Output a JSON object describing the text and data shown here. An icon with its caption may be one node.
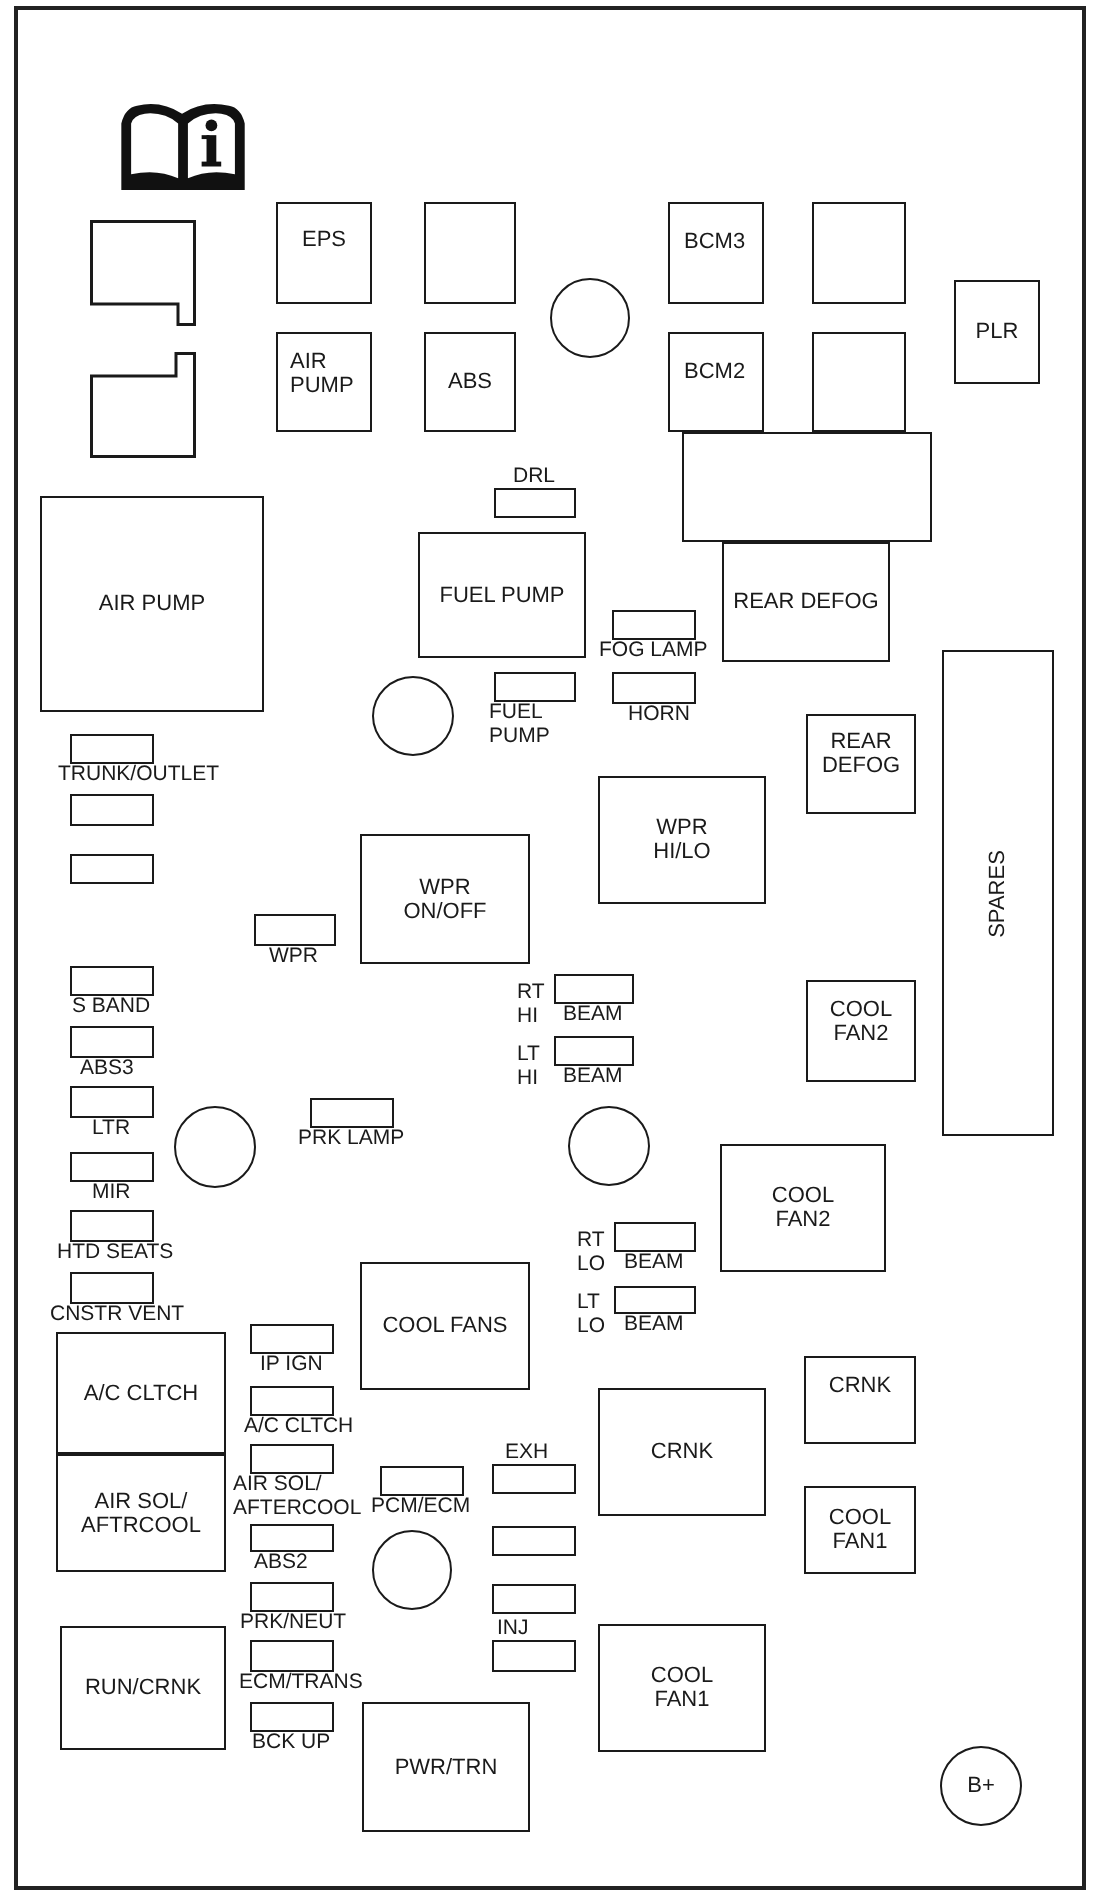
{
  "diagram": {
    "nodes": [
      {
        "text": [],
        "shape": "box"
      },
      {
        "text": [
          "EPS"
        ]
      },
      {
        "text": [],
        "shape": "box"
      },
      {
        "text": [
          "BCM3"
        ]
      },
      {
        "text": [],
        "shape": "box"
      },
      {
        "text": [],
        "shape": "circle"
      },
      {
        "text": [
          "PLR"
        ]
      },
      {
        "text": [],
        "shape": "box"
      },
      {
        "text": [
          "AIR PUMP"
        ]
      },
      {
        "text": [
          "ABS"
        ]
      },
      {
        "text": [
          "BCM2"
        ]
      },
      {
        "text": [],
        "shape": "box"
      },
      {
        "text": [],
        "shape": "box"
      },
      {
        "text": [
          "DRL"
        ]
      },
      {
        "text": [
          "AIR PUMP"
        ]
      },
      {
        "text": [
          "FUEL PUMP"
        ]
      },
      {
        "text": [
          "REAR DEFOG"
        ]
      },
      {
        "text": [
          "FOG LAMP"
        ]
      },
      {
        "text": [
          "SPARES"
        ]
      },
      {
        "text": [
          "FUEL PUMP"
        ]
      },
      {
        "text": [
          "HORN"
        ]
      },
      {
        "text": [],
        "shape": "circle"
      },
      {
        "text": [
          "REAR DEFOG"
        ]
      },
      {
        "text": [
          "TRUNK/OUTLET"
        ]
      },
      {
        "text": [],
        "shape": "box"
      },
      {
        "text": [
          "WPR HI/LO"
        ]
      },
      {
        "text": [],
        "shape": "box"
      },
      {
        "text": [
          "WPR ON/OFF"
        ]
      },
      {
        "text": [
          "WPR"
        ]
      },
      {
        "text": [
          "S BAND"
        ]
      },
      {
        "text": [
          "RT HI",
          "BEAM"
        ]
      },
      {
        "text": [
          "COOL FAN2"
        ]
      },
      {
        "text": [
          "ABS3"
        ]
      },
      {
        "text": [
          "LT HI",
          "BEAM"
        ]
      },
      {
        "text": [
          "LTR"
        ]
      },
      {
        "text": [
          "PRK LAMP"
        ]
      },
      {
        "text": [],
        "shape": "circle"
      },
      {
        "text": [],
        "shape": "circle"
      },
      {
        "text": [
          "COOL FAN2"
        ]
      },
      {
        "text": [
          "MIR"
        ]
      },
      {
        "text": [
          "HTD SEATS"
        ]
      },
      {
        "text": [
          "RT LO",
          "BEAM"
        ]
      },
      {
        "text": [
          "COOL FANS"
        ]
      },
      {
        "text": [
          "CNSTR VENT"
        ]
      },
      {
        "text": [
          "LT LO",
          "BEAM"
        ]
      },
      {
        "text": [
          "IP IGN"
        ]
      },
      {
        "text": [
          "A/C CLTCH"
        ]
      },
      {
        "text": [
          "CRNK"
        ]
      },
      {
        "text": [
          "A/C CLTCH"
        ]
      },
      {
        "text": [
          "CRNK"
        ]
      },
      {
        "text": [
          "AIR SOL/ AFTERCOOL"
        ]
      },
      {
        "text": [
          "AIR SOL/ AFTRCOOL"
        ]
      },
      {
        "text": [
          "EXH"
        ]
      },
      {
        "text": [
          "PCM/ECM"
        ]
      },
      {
        "text": [
          "COOL FAN1"
        ]
      },
      {
        "text": [
          "ABS2"
        ]
      },
      {
        "text": [],
        "shape": "box"
      },
      {
        "text": [],
        "shape": "circle"
      },
      {
        "text": [
          "PRK/NEUT"
        ]
      },
      {
        "text": [],
        "shape": "box"
      },
      {
        "text": [
          "COOL FAN1"
        ]
      },
      {
        "text": [
          "RUN/CRNK"
        ]
      },
      {
        "text": [
          "ECM/TRANS"
        ]
      },
      {
        "text": [
          "INJ"
        ]
      },
      {
        "text": [
          "BCK UP"
        ]
      },
      {
        "text": [
          "PWR/TRN"
        ]
      },
      {
        "text": [
          "B+"
        ]
      }
    ]
  }
}
